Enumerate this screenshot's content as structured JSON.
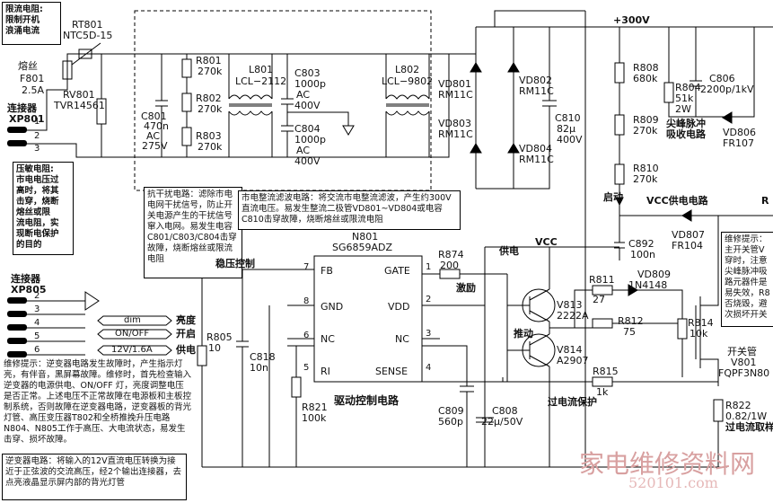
{
  "labels": {
    "inrush_title": "限流电阻:\n限制开机\n浪涌电流",
    "rt801": "RT801",
    "ntc": "NTC5D-15",
    "fuse_title": "熔丝",
    "f801": "F801",
    "f801_val": "2.5A",
    "rv801": "RV801",
    "rv801_val": "TVR14561",
    "connector1": "连接器",
    "xp801": "XP801",
    "varistor_note": "压敏电阻:\n市电电压过\n高时，将其\n击穿，烧断\n熔丝或限\n流电阻，实\n现断电保护\n的目的",
    "r801": "R801",
    "r801_val": "270k",
    "r802": "R802",
    "r802_val": "270k",
    "r803": "R803",
    "r803_val": "270k",
    "c801": "C801",
    "c801_v1": "470n",
    "c801_v2": "AC",
    "c801_v3": "275V",
    "l801": "L801",
    "l801_val": "LCL−2112",
    "c803": "C803",
    "c803_v1": "1000p",
    "c803_v2": "AC",
    "c803_v3": "400V",
    "c804": "C804",
    "c804_v1": "1000p",
    "c804_v2": "AC",
    "c804_v3": "400V",
    "l802": "L802",
    "l802_val": "LCL−9802",
    "emi_note": "抗干扰电路：滤除市电电网干扰信号，防止开关电源产生的干扰信号窜入电网。易发生电容C801/C803/C804击穿故障，烧断熔丝或限流电阻",
    "vd801": "VD801",
    "vd801_val": "RM11C",
    "vd802": "VD802",
    "vd802_val": "RM11C",
    "vd803": "VD803",
    "vd803_val": "RM11C",
    "vd804": "VD804",
    "vd804_val": "RM11C",
    "c810": "C810",
    "c810_v1": "82μ",
    "c810_v2": "400V",
    "rect_note": "市电整流滤波电路：将交流市电整流滤波，产生约300V直流电压。易发生整流二极管VD801~VD804或电容C810击穿故障，烧断熔丝或限流电阻",
    "v300": "+300V",
    "r808": "R808",
    "r808_val": "680k",
    "r804": "R804",
    "r804_v1": "51k",
    "r804_v2": "2W",
    "c806": "C806",
    "c806_val": "2200p/1kV",
    "snubber_label": "尖峰脉冲\n吸收电路",
    "vd806": "VD806",
    "vd806_val": "FR107",
    "r809": "R809",
    "r809_val": "270k",
    "r810": "R810",
    "r810_val": "270k",
    "startup": "启动",
    "vcc_supply": "VCC供电电路",
    "r_cut": "R",
    "vd807": "VD807",
    "vd807_val": "FR104",
    "c892": "C892",
    "c892_val": "100n",
    "switch_note": "维修提示：\n主开关管V\n穿时，注意\n尖峰脉冲吸\n路元器件是\n易失效，R8\n否烧毁，避\n次损坏开关",
    "connector2": "连接器",
    "xp805": "XP805",
    "pin_dim": "dim",
    "pin_dim_cn": "亮度",
    "pin_onoff": "ON/OFF",
    "pin_onoff_cn": "开启",
    "pin_12v": "12V/1.6A",
    "pin_12v_cn": "供电",
    "inverter_note": "维修提示：逆变器电路发生故障时，产生指示灯亮，有伴音，黑屏幕故障。维修时，首先检查输入逆变器的电源供电、ON/OFF 灯，亮度调整电压是否正常。上述电压不正常故障在电源板和主板控制系统，否则故障在逆变器电路，逆变器板的背光灯管、高压变压器T802和全桥推挽升压电路N804、N805工作于高压、大电流状态，易发生击穿、损坏故障。",
    "inverter_note2": "逆变器电路：将输入的12V直流电压转换为接近于正弦波的交流高压，经2个输出连接器，去点亮液晶显示屏内部的背光灯管",
    "regulation": "稳压控制",
    "n801": "N801",
    "ic_part": "SG6859ADZ",
    "pin_fb": "FB",
    "pin_gnd": "GND",
    "pin_nc1": "NC",
    "pin_ri": "RI",
    "pin_gate": "GATE",
    "pin_vdd": "VDD",
    "pin_nc2": "NC",
    "pin_sense": "SENSE",
    "pin7": "7",
    "pin8": "8",
    "pin6": "6",
    "pin5": "5",
    "pin1": "1",
    "pin2": "2",
    "pin3": "3",
    "pin4": "4",
    "drive_ctrl": "驱动控制电路",
    "r805": "R805",
    "r805_val": "10",
    "c818": "C818",
    "c818_val": "10n",
    "r821": "R821",
    "r821_val": "100k",
    "r874": "R874",
    "r874_val": "200",
    "supply": "供电",
    "vcc": "VCC",
    "excite": "激励",
    "c808": "C808",
    "c808_val": "22μ/50V",
    "c809": "C809",
    "c809_val": "560p",
    "v813": "V813",
    "v813_val": "2222A",
    "v814": "V814",
    "v814_val": "A2907",
    "push": "推动",
    "r811": "R811",
    "r811_val": "27",
    "vd809": "VD809",
    "vd809_val": "1N4148",
    "r812": "R812",
    "r812_val": "75",
    "r814": "R814",
    "r814_val": "10k",
    "r815": "R815",
    "r815_val": "1k",
    "ocp": "过电流保护",
    "switch_title": "开关管",
    "v801": "V801",
    "v801_val": "FQPF3N80",
    "r822": "R822",
    "r822_val": "0.82/1W",
    "current_sample": "过电流取样",
    "watermark_cn": "家电维修资料网",
    "watermark_url": "520101.com"
  }
}
